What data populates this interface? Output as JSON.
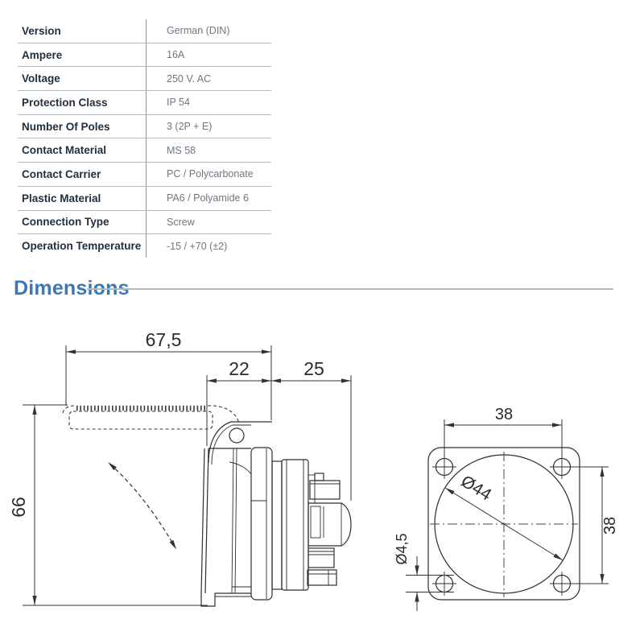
{
  "spec_table": {
    "rows": [
      {
        "label": "Version",
        "value": "German (DIN)"
      },
      {
        "label": "Ampere",
        "value": "16A"
      },
      {
        "label": "Voltage",
        "value": "250 V. AC"
      },
      {
        "label": "Protection Class",
        "value": "IP 54"
      },
      {
        "label": "Number Of Poles",
        "value": "3 (2P + E)"
      },
      {
        "label": "Contact Material",
        "value": "MS 58"
      },
      {
        "label": "Contact Carrier",
        "value": "PC / Polycarbonate"
      },
      {
        "label": "Plastic Material",
        "value": "PA6 / Polyamide 6"
      },
      {
        "label": "Connection Type",
        "value": "Screw"
      },
      {
        "label": "Operation Temperature",
        "value": "-15 / +70 (±2)"
      }
    ]
  },
  "section": {
    "title": "Dimensions"
  },
  "drawing": {
    "side": {
      "total_width": "67,5",
      "front_depth": "22",
      "rear_depth": "25",
      "height": "66"
    },
    "front": {
      "hole_pitch_h": "38",
      "hole_pitch_v": "38",
      "panel_cutout": "Ø44",
      "mount_hole": "Ø4,5"
    }
  },
  "colors": {
    "accent_blue": "#3a78b7",
    "label_text": "#22303e",
    "value_text": "#6d7681",
    "table_line": "#b3b9be",
    "drawing_line": "#2e2e2e"
  }
}
